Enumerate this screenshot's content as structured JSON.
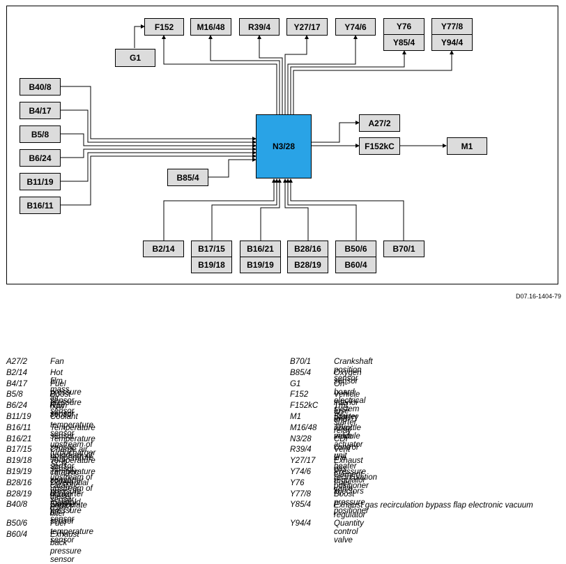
{
  "diagram": {
    "ecu": "N3/28",
    "top_inputs": [
      "F152",
      "M16/48",
      "R39/4",
      "Y27/17",
      "Y74/6",
      "Y76",
      "Y85/4",
      "Y77/8",
      "Y94/4"
    ],
    "g1": "G1",
    "left_sensors": [
      "B40/8",
      "B4/17",
      "B5/8",
      "B6/24",
      "B11/19",
      "B16/11"
    ],
    "b85": "B85/4",
    "right_outputs": [
      "A27/2",
      "F152kC",
      "M1"
    ],
    "bottom_sensors": [
      "B2/14",
      "B17/15",
      "B19/18",
      "B16/21",
      "B19/19",
      "B28/16",
      "B28/19",
      "B50/6",
      "B60/4",
      "B70/1"
    ]
  },
  "reference": "D07.16-1404-79",
  "legend_left": [
    {
      "code": "A27/2",
      "desc": "Fan"
    },
    {
      "code": "B2/14",
      "desc": "Hot film mass air flow sensor"
    },
    {
      "code": "B4/17",
      "desc": "Fuel pressure sensor"
    },
    {
      "code": "B5/8",
      "desc": "Boost pressure sensor"
    },
    {
      "code": "B6/24",
      "desc": "Rpm sensor"
    },
    {
      "code": "B11/19",
      "desc": "Coolant temperature sensor"
    },
    {
      "code": "B16/11",
      "desc": "Temperature sensor upstream of turbocharger"
    },
    {
      "code": "B16/21",
      "desc": "Temperature sensor upstream of SCR catalytic converter"
    },
    {
      "code": "B17/15",
      "desc": "Charge air temperature sensor"
    },
    {
      "code": "B19/18",
      "desc": "Temperature sensor upstream of catalytic converter"
    },
    {
      "code": "B19/19",
      "desc": "Temperature sensor upstream of diesel particulate filter"
    },
    {
      "code": "B28/16",
      "desc": "Differential pressure sensor (DPF)"
    },
    {
      "code": "B28/19",
      "desc": "Intake manifold pressure sensor"
    },
    {
      "code": "B40/8",
      "desc": "Engine oil sensor"
    },
    {
      "code": "B50/6",
      "desc": "Fuel temperature sensor"
    },
    {
      "code": "B60/4",
      "desc": "Exhaust back pressure sensor"
    }
  ],
  "legend_right": [
    {
      "code": "B70/1",
      "desc": "Crankshaft position sensor"
    },
    {
      "code": "B85/4",
      "desc": "Oxygen sensor"
    },
    {
      "code": "G1",
      "desc": "On-board electrical system battery"
    },
    {
      "code": "F152",
      "desc": "Vehicle interior fuse and relay module"
    },
    {
      "code": "F152kC",
      "desc": "Tml. 50 starter relay"
    },
    {
      "code": "M1",
      "desc": "Starter"
    },
    {
      "code": "M16/48",
      "desc": "Throttle valve actuator"
    },
    {
      "code": "N3/28",
      "desc": "CDI control unit"
    },
    {
      "code": "R39/4",
      "desc": "Vent line heater element"
    },
    {
      "code": "Y27/17",
      "desc": "Exhaust gas recirculation positioner"
    },
    {
      "code": "Y74/6",
      "desc": "Pressure regulator valve"
    },
    {
      "code": "Y76",
      "desc": "Fuel injectors"
    },
    {
      "code": "Y77/8",
      "desc": "Boost pressure positioner"
    },
    {
      "code": "Y85/4",
      "desc": "Exhaust gas recirculation bypass flap electronic vacuum regulator"
    },
    {
      "code": "Y94/4",
      "desc": "Quantity control valve"
    }
  ]
}
